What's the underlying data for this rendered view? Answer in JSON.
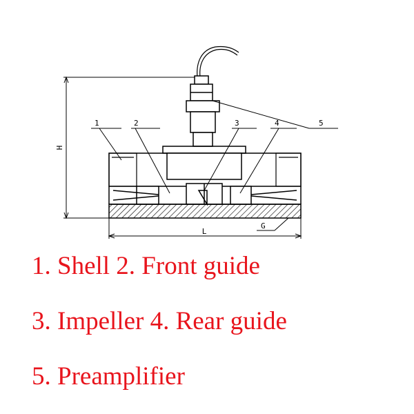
{
  "labels": {
    "shell": "1",
    "front_guide": "2",
    "impeller": "3",
    "rear_guide": "4",
    "preamplifier": "5"
  },
  "dimensions": {
    "height": "H",
    "length": "L",
    "thread": "G"
  },
  "captions": {
    "line1": "1. Shell 2. Front guide",
    "line2": "3. Impeller 4. Rear guide",
    "line3": "5. Preamplifier"
  },
  "colors": {
    "caption": "#e8141c",
    "drawing": "#000000"
  }
}
